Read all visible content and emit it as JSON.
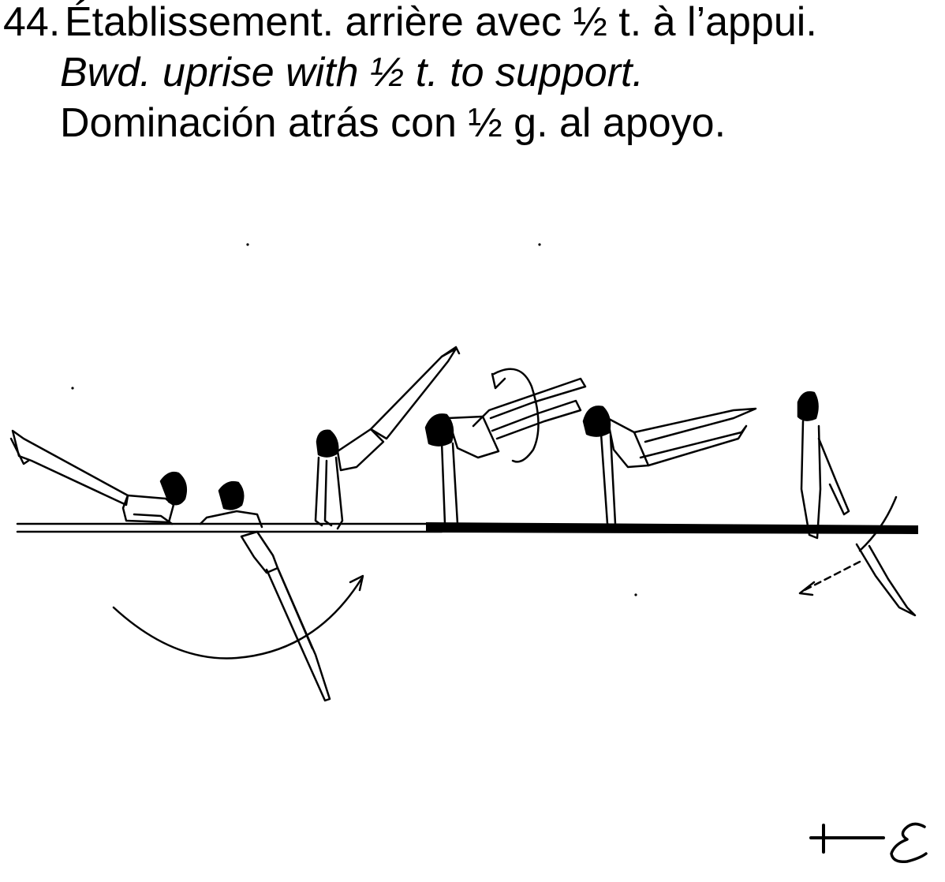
{
  "element": {
    "number": "44.",
    "name_fr": "Établissement. arrière avec ½ t. à l’appui.",
    "name_en": "Bwd. uprise with ½ t. to support.",
    "name_es": "Dominación atrás con ½ g. al apoyo."
  },
  "diagram": {
    "apparatus": "bar",
    "phases": 6,
    "symbol": "+—&#8496;"
  }
}
